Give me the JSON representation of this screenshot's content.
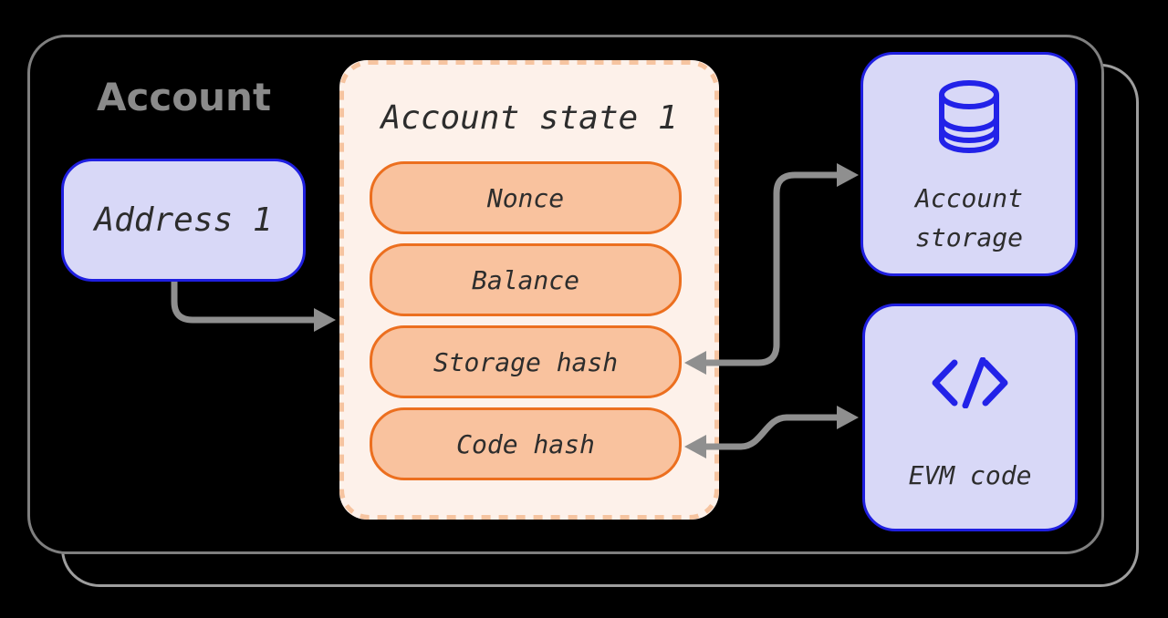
{
  "diagram": {
    "title": "Account",
    "address": {
      "label": "Address 1"
    },
    "state": {
      "title": "Account state 1",
      "fields": [
        "Nonce",
        "Balance",
        "Storage hash",
        "Code hash"
      ]
    },
    "storage": {
      "line1": "Account",
      "line2": "storage",
      "icon": "database-icon"
    },
    "evm": {
      "label": "EVM code",
      "icon": "code-icon"
    },
    "connections": [
      {
        "from": "address-box",
        "to": "account-state-box",
        "style": "arrow"
      },
      {
        "from": "storage-hash-field",
        "to": "account-storage-box",
        "style": "double-arrow"
      },
      {
        "from": "code-hash-field",
        "to": "evm-code-box",
        "style": "double-arrow"
      }
    ],
    "colors": {
      "background": "#000000",
      "node_fill": "#d8d8f7",
      "node_border": "#1f1fe0",
      "icon_blue": "#2222e8",
      "state_fill": "#fdf1ea",
      "state_dash": "#f6c4a0",
      "field_fill": "#f9c29e",
      "field_border": "#ec6f1f",
      "arrow_gray": "#8f8f8f",
      "outline_gray": "#7f7f7f",
      "title_gray": "#8a8a8a",
      "text_dark": "#2d2d2d"
    }
  }
}
